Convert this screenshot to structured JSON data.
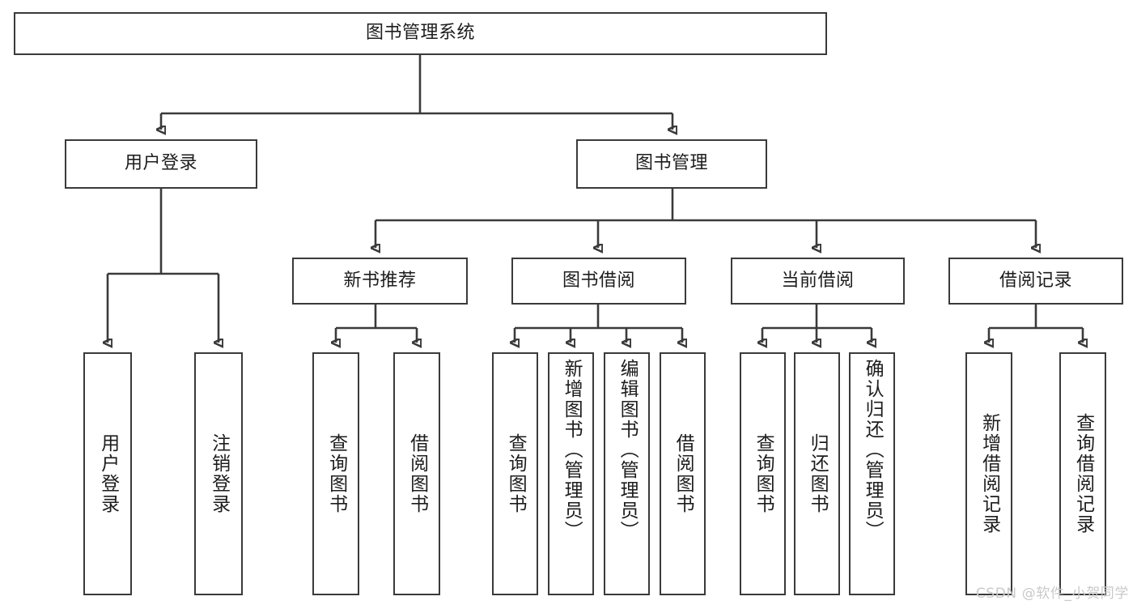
{
  "diagram": {
    "type": "tree",
    "title": "图书管理系统",
    "watermark": "CSDN @软件_小贺同学",
    "colors": {
      "box_border": "#3a3a3a",
      "box_fill": "#ffffff",
      "connector": "#3a3a3a",
      "text": "#1d1d1d",
      "watermark": "#c9c9c9"
    },
    "nodes": {
      "root": "图书管理系统",
      "level2": [
        "用户登录",
        "图书管理"
      ],
      "level3": [
        "新书推荐",
        "图书借阅",
        "当前借阅",
        "借阅记录"
      ],
      "leaves": {
        "user_login": [
          "用户登录",
          "注销登录"
        ],
        "new_book_recommend": [
          "查询图书",
          "借阅图书"
        ],
        "book_borrow": [
          "查询图书",
          "新增图书（管理员）",
          "编辑图书（管理员）",
          "借阅图书"
        ],
        "current_borrow": [
          "查询图书",
          "归还图书",
          "确认归还（管理员）"
        ],
        "borrow_record": [
          "新增借阅记录",
          "查询借阅记录"
        ]
      }
    },
    "edges": [
      {
        "from": "图书管理系统",
        "to": "用户登录"
      },
      {
        "from": "图书管理系统",
        "to": "图书管理"
      },
      {
        "from": "图书管理",
        "to": "新书推荐"
      },
      {
        "from": "图书管理",
        "to": "图书借阅"
      },
      {
        "from": "图书管理",
        "to": "当前借阅"
      },
      {
        "from": "图书管理",
        "to": "借阅记录"
      },
      {
        "from": "用户登录",
        "to": "用户登录"
      },
      {
        "from": "用户登录",
        "to": "注销登录"
      },
      {
        "from": "新书推荐",
        "to": "查询图书"
      },
      {
        "from": "新书推荐",
        "to": "借阅图书"
      },
      {
        "from": "图书借阅",
        "to": "查询图书"
      },
      {
        "from": "图书借阅",
        "to": "新增图书（管理员）"
      },
      {
        "from": "图书借阅",
        "to": "编辑图书（管理员）"
      },
      {
        "from": "图书借阅",
        "to": "借阅图书"
      },
      {
        "from": "当前借阅",
        "to": "查询图书"
      },
      {
        "from": "当前借阅",
        "to": "归还图书"
      },
      {
        "from": "当前借阅",
        "to": "确认归还（管理员）"
      },
      {
        "from": "借阅记录",
        "to": "新增借阅记录"
      },
      {
        "from": "借阅记录",
        "to": "查询借阅记录"
      }
    ]
  }
}
